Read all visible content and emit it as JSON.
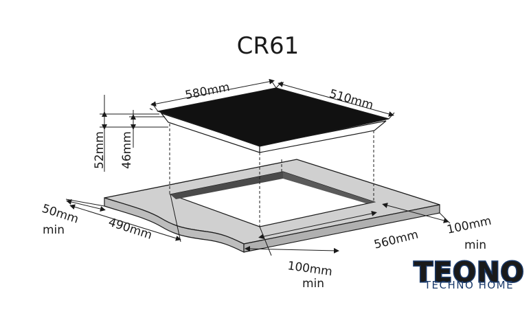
{
  "title": "CR61",
  "dimensions": {
    "width_top": "580mm",
    "depth_top": "510mm",
    "height_total": "52mm",
    "height_body": "46mm",
    "clearance_left_value": "50mm",
    "clearance_left_min": "min",
    "cutout_depth": "490mm",
    "cutout_width": "560mm",
    "clearance_right_value": "100mm",
    "clearance_right_min": "min",
    "clearance_front_value": "100mm",
    "clearance_front_min": "min"
  },
  "logo": {
    "brand": "TEONO",
    "tagline": "TECHNO HOME",
    "colors": {
      "fill": "#d8d8d8",
      "outline": "#1a3a6b",
      "tagline": "#1a3a6b"
    }
  },
  "colors": {
    "hob_top": "#111111",
    "countertop": "#d0d0d0",
    "cutout_edge": "#4a4a4a",
    "line": "#1a1a1a"
  }
}
